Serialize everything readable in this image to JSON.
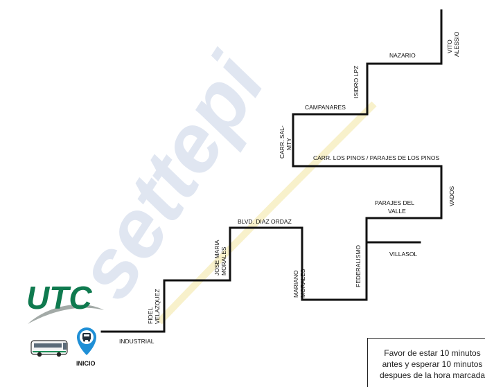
{
  "watermark": {
    "text": "settepi",
    "color": "#cfd8ea"
  },
  "brand": {
    "logo_text": "UTC",
    "logo_color": "#0f7a4f",
    "swoosh_color": "#9aa3a0"
  },
  "start": {
    "label": "INICIO",
    "icon": "bus-stop-icon",
    "pin_color": "#1f8fd6"
  },
  "route_color": "#111111",
  "streets": {
    "industrial": "INDUSTRIAL",
    "fidel": [
      "FIDEL",
      "VELAZQUEZ"
    ],
    "jose_maria": [
      "JOSE MARIA",
      "MORALES"
    ],
    "diaz_ordaz": "BLVD. DIAZ ORDAZ",
    "mariano": [
      "MARIANO",
      "MORALES"
    ],
    "federalismo": "FEDERALISMO",
    "villasol": "VILLASOL",
    "parajes_valle": [
      "PARAJES DEL",
      "VALLE"
    ],
    "vados": "VADOS",
    "los_pinos": "CARR. LOS PINOS / PARAJES DE LOS PINOS",
    "sal_mty": [
      "CARR. SAL-",
      "MTY"
    ],
    "campanares": "CAMPANARES",
    "isidro": "ISIDRO LPZ",
    "nazario": "NAZARIO",
    "vito": [
      "VITO",
      "ALESSIO"
    ]
  },
  "notice": {
    "lines": [
      "Favor de estar 10 minutos",
      "antes y esperar 10 minutos",
      "despues de la hora marcada"
    ]
  }
}
